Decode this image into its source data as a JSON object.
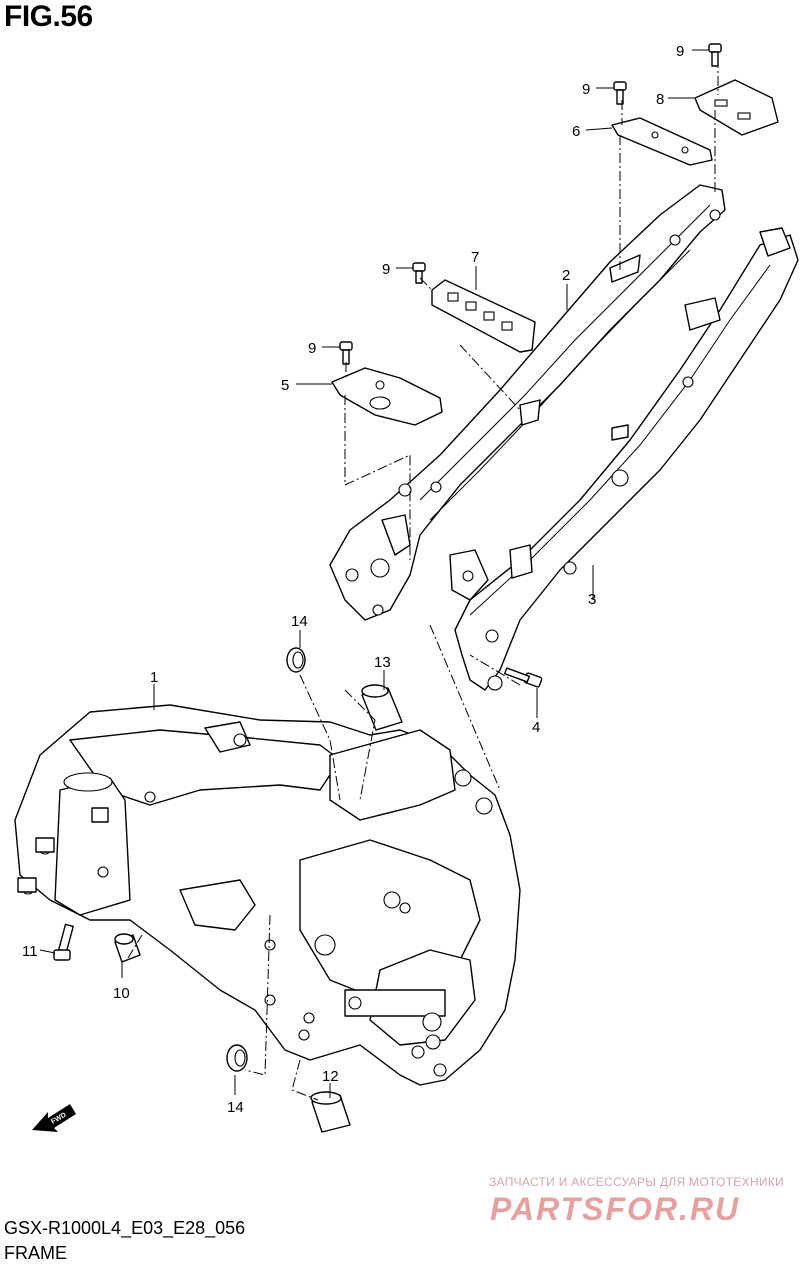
{
  "figure": {
    "title": "FIG.56"
  },
  "callouts": [
    {
      "id": "c1",
      "label": "1"
    },
    {
      "id": "c2",
      "label": "2"
    },
    {
      "id": "c3",
      "label": "3"
    },
    {
      "id": "c4",
      "label": "4"
    },
    {
      "id": "c5",
      "label": "5"
    },
    {
      "id": "c6",
      "label": "6"
    },
    {
      "id": "c7",
      "label": "7"
    },
    {
      "id": "c8",
      "label": "8"
    },
    {
      "id": "c9a",
      "label": "9"
    },
    {
      "id": "c9b",
      "label": "9"
    },
    {
      "id": "c9c",
      "label": "9"
    },
    {
      "id": "c9d",
      "label": "9"
    },
    {
      "id": "c10",
      "label": "10"
    },
    {
      "id": "c11",
      "label": "11"
    },
    {
      "id": "c12",
      "label": "12"
    },
    {
      "id": "c13",
      "label": "13"
    },
    {
      "id": "c14a",
      "label": "14"
    },
    {
      "id": "c14b",
      "label": "14"
    }
  ],
  "fwd_marker": "FWD",
  "watermark": {
    "tagline": "ЗАПЧАСТИ И АКСЕССУАРЫ ДЛЯ МОТОТЕХНИКИ",
    "logo_text": "PARTSFOR.RU",
    "color": "#e06060"
  },
  "footer": {
    "code": "GSX-R1000L4_E03_E28_056",
    "name": "FRAME"
  }
}
